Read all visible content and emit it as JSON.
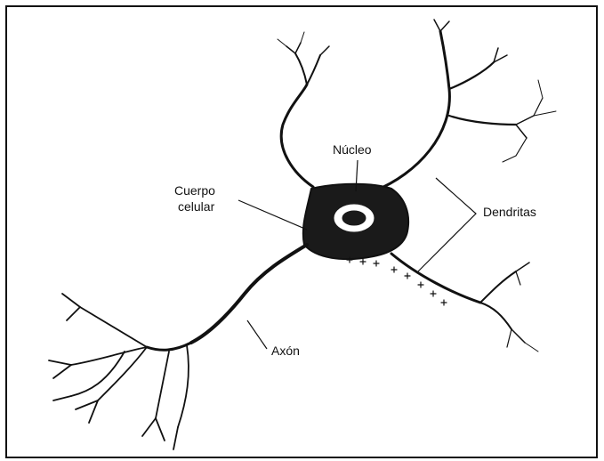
{
  "diagram": {
    "labels": {
      "nucleus": "Núcleo",
      "cell_body_line1": "Cuerpo",
      "cell_body_line2": "celular",
      "dendrites": "Dendritas",
      "axon": "Axón"
    },
    "colors": {
      "ink": "#111111",
      "background": "#ffffff"
    }
  }
}
